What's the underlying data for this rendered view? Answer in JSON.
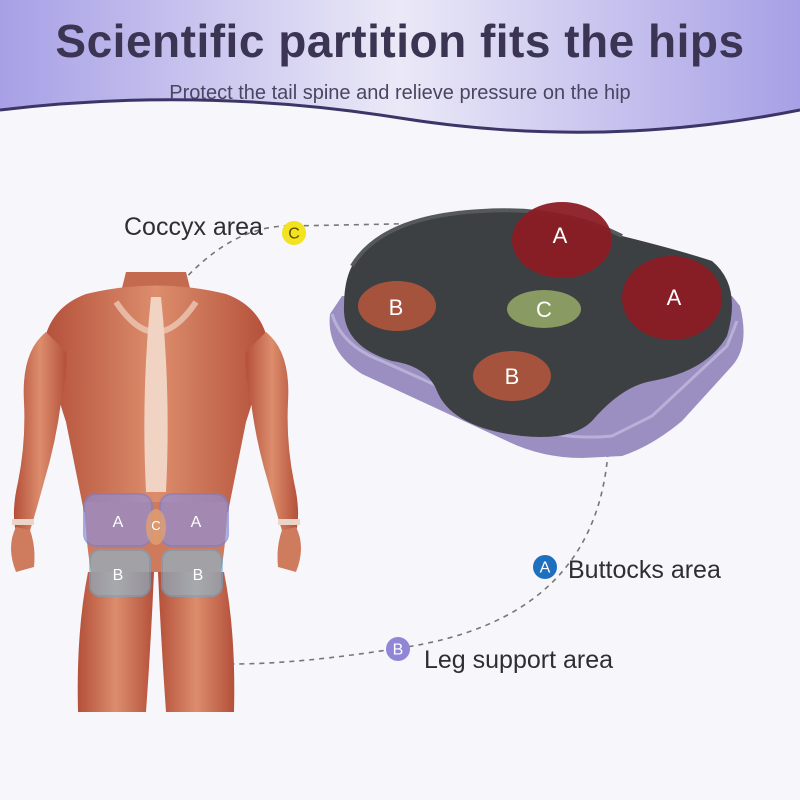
{
  "header": {
    "title": "Scientific partition fits the hips",
    "subtitle": "Protect the tail spine and relieve pressure on the hip"
  },
  "callouts": {
    "coccyx": {
      "label": "Coccyx area",
      "badge": "C",
      "color": "#f2e21f",
      "badge_text_color": "#5a4a00"
    },
    "buttocks": {
      "label": "Buttocks area",
      "badge": "A",
      "color": "#1f6fbf",
      "badge_text_color": "#ffffff"
    },
    "leg": {
      "label": "Leg support area",
      "badge": "B",
      "color": "#8f86d6",
      "badge_text_color": "#ffffff"
    }
  },
  "cushion": {
    "zones": {
      "a1": "A",
      "a2": "A",
      "b1": "B",
      "b2": "B",
      "c": "C"
    },
    "colors": {
      "a_zone": "#8b1c24",
      "b_zone": "#a6533e",
      "c_zone": "#8a9a63",
      "foam": "#3d4042",
      "base": "#9b8fc2"
    }
  },
  "body_figure": {
    "zones": {
      "a_left": "A",
      "a_right": "A",
      "c": "C",
      "b_left": "B",
      "b_right": "B"
    },
    "colors": {
      "muscle": "#c9674a",
      "a_zone": "#8c92e0",
      "b_zone": "#7cc2e3"
    }
  }
}
